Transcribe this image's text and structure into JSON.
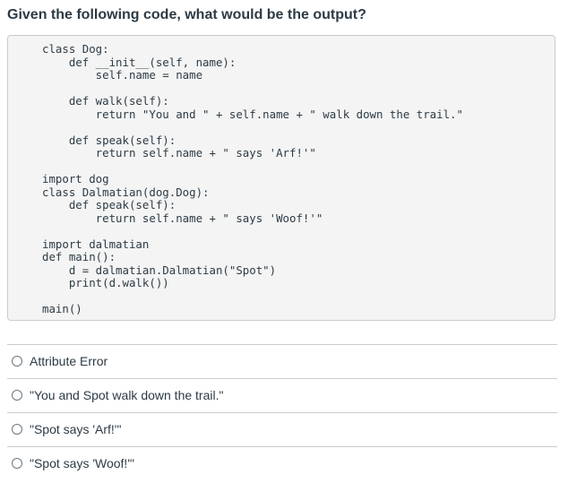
{
  "question": {
    "text": "Given the following code, what would be the output?"
  },
  "code": {
    "lines": [
      "class Dog:",
      "    def __init__(self, name):",
      "        self.name = name",
      "",
      "    def walk(self):",
      "        return \"You and \" + self.name + \" walk down the trail.\"",
      "",
      "    def speak(self):",
      "        return self.name + \" says 'Arf!'\"",
      "",
      "import dog",
      "class Dalmatian(dog.Dog):",
      "    def speak(self):",
      "        return self.name + \" says 'Woof!'\"",
      "",
      "import dalmatian",
      "def main():",
      "    d = dalmatian.Dalmatian(\"Spot\")",
      "    print(d.walk())",
      "",
      "main()"
    ]
  },
  "answers": [
    {
      "label": "Attribute Error"
    },
    {
      "label": "\"You and Spot walk down the trail.\""
    },
    {
      "label": "\"Spot says 'Arf!'\""
    },
    {
      "label": "\"Spot says 'Woof!'\""
    }
  ],
  "colors": {
    "text": "#2d3b45",
    "code_background": "#f4f4f4",
    "border": "#c7cdd1"
  },
  "icons": {
    "radio": "radio-unselected-icon"
  }
}
